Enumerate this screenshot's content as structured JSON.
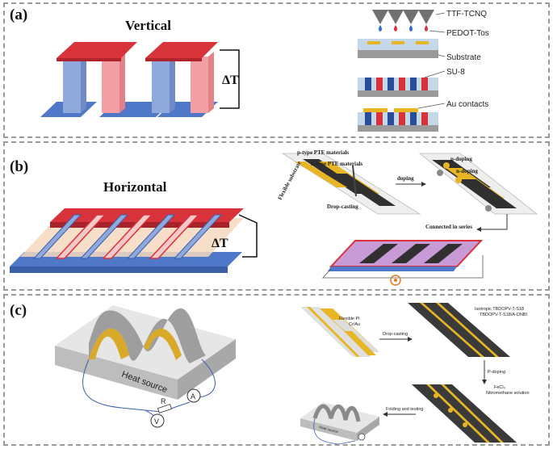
{
  "panels": {
    "a": {
      "label": "(a)",
      "title": "Vertical",
      "delta_t": "ΔT",
      "steps": [
        "TTF-TCNQ",
        "PEDOT-Tos",
        "Substrate",
        "SU-8",
        "Au contacts"
      ]
    },
    "b": {
      "label": "(b)",
      "title": "Horizontal",
      "delta_t": "ΔT",
      "p_type": "p-type PTE materials",
      "n_type": "n-type PTE materials",
      "flexible_substrate": "Flexible substrate",
      "drop_casting": "Drop-casting",
      "doping": "doping",
      "p_doping": "p-doping",
      "n_doping": "n-doping",
      "connected": "Connected in series"
    },
    "c": {
      "label": "(c)",
      "heat_source": "Heat source",
      "resistor": "R",
      "ammeter": "A",
      "voltmeter": "V",
      "flexible_pi": "Flexible PI",
      "cr_au": "Cr/Au",
      "drop_casting": "Drop-casting",
      "ink_line1": "Isotropic TBDOPV-T-S18",
      "ink_line2": "TBDOPV-T-S18/A-DNBI",
      "p_doping": "P-doping",
      "dopant1": "FeCl₃",
      "dopant2": "Nitromethane solution",
      "folding": "Folding and testing",
      "small_heat": "Heat source"
    }
  },
  "colors": {
    "red": "#d8323a",
    "pink": "#f2a0a6",
    "blue_bar": "#8fa9dc",
    "blue_plate": "#4f78c8",
    "gold": "#e8b524",
    "dark": "#303030",
    "substrate": "#9a9a9a",
    "border": "#9a9a9a"
  }
}
